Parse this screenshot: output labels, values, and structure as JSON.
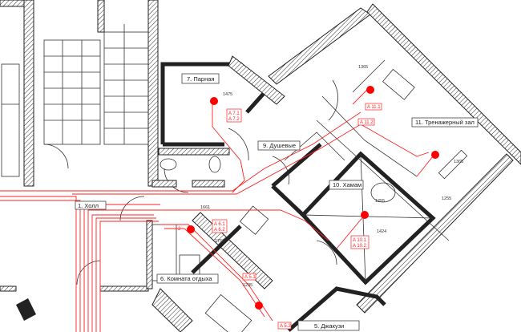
{
  "rooms": {
    "hall": "1. Холл",
    "jacuzzi": "5. Джакузи",
    "rest_room": "6. Комната отдыха",
    "sauna": "7. Парная",
    "showers": "9. Душевые",
    "hamam": "10. Хамам",
    "gym": "11. Тренажерный зал"
  },
  "dimensions": {
    "sauna_width": "1475",
    "gym_top": "1365",
    "gym_right": "1365",
    "gym_right_2": "1255",
    "hall_door": "1661",
    "rest_room": "1750",
    "jacuzzi": "1235",
    "hamam_diag": "1424",
    "hamam_small": "1255"
  },
  "tags": {
    "a71": "A 7.1",
    "a72": "A 7.2",
    "a111": "A 11.1",
    "a112": "A 11.2",
    "a101": "A 10.1",
    "a102": "A 10.2",
    "a61": "A 6.1",
    "a62": "A 6.2",
    "a51": "A 5.1",
    "a52": "A 5.2",
    "marker": "2"
  },
  "colors": {
    "accent": "#ff0000",
    "wall": "#222222"
  }
}
